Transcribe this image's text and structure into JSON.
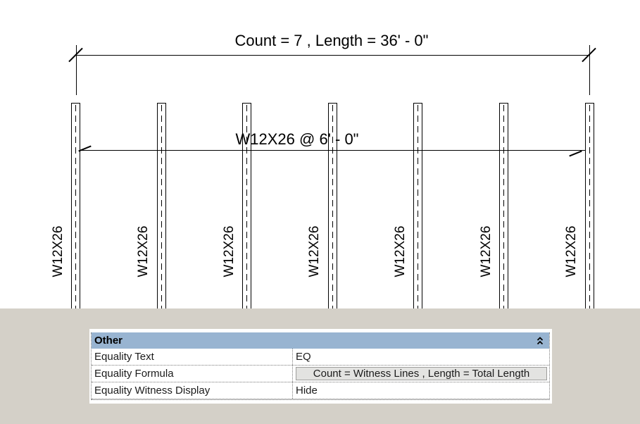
{
  "drawing": {
    "total_dimension_label": "Count = 7 , Length = 36' - 0\"",
    "spacing_dimension_label": "W12X26 @ 6' - 0\"",
    "beam_label": "W12X26",
    "beam_count": 7
  },
  "panel": {
    "section_header": "Other",
    "collapse_icon": "double-chevron-up",
    "rows": [
      {
        "label": "Equality Text",
        "value": "EQ"
      },
      {
        "label": "Equality Formula",
        "value": "Count = Witness Lines , Length = Total Length"
      },
      {
        "label": "Equality Witness Display",
        "value": "Hide"
      }
    ]
  },
  "colors": {
    "header_blue": "#98B4D1",
    "panel_gray": "#D4D0C8",
    "button_face": "#E3E3E1",
    "line_color": "#000000"
  }
}
